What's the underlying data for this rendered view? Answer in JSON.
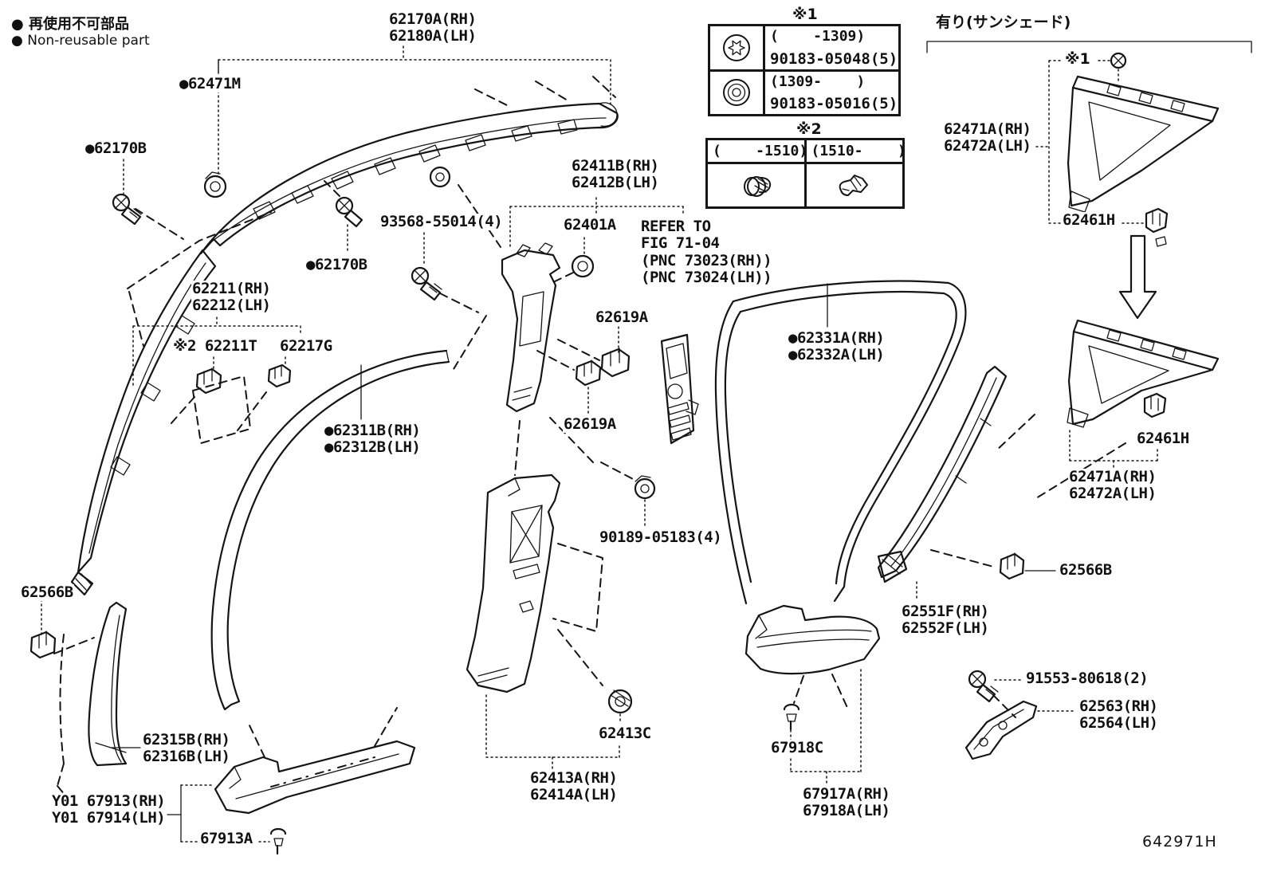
{
  "legend": {
    "non_reusable_jp": "● 再使用不可部品",
    "non_reusable_en": "● Non-reusable part"
  },
  "figure_id": "642971H",
  "labels": [
    {
      "id": "62170a-62180a",
      "text": "62170A(RH)\n62180A(LH)"
    },
    {
      "id": "62471m",
      "text": "●62471M"
    },
    {
      "id": "62170b-left",
      "text": "●62170B"
    },
    {
      "id": "62170b-right",
      "text": "●62170B"
    },
    {
      "id": "93568-55014",
      "text": "93568-55014(4)"
    },
    {
      "id": "62411b-62412b",
      "text": "62411B(RH)\n62412B(LH)"
    },
    {
      "id": "62401a",
      "text": "62401A"
    },
    {
      "id": "refer-note",
      "text": "REFER TO\nFIG 71-04\n(PNC 73023(RH))\n(PNC 73024(LH))"
    },
    {
      "id": "62211-62212",
      "text": "62211(RH)\n62212(LH)"
    },
    {
      "id": "62211t",
      "text": "※2 62211T"
    },
    {
      "id": "62217g",
      "text": "62217G"
    },
    {
      "id": "62619a-upper",
      "text": "62619A"
    },
    {
      "id": "62619a-lower",
      "text": "62619A"
    },
    {
      "id": "62331a-62332a",
      "text": "●62331A(RH)\n●62332A(LH)"
    },
    {
      "id": "62311b-62312b",
      "text": "●62311B(RH)\n●62312B(LH)"
    },
    {
      "id": "90189-05183",
      "text": "90189-05183(4)"
    },
    {
      "id": "62566b-left",
      "text": "62566B"
    },
    {
      "id": "62315b-62316b",
      "text": "62315B(RH)\n62316B(LH)"
    },
    {
      "id": "y01-67913-67914",
      "text": "Y01 67913(RH)\nY01 67914(LH)"
    },
    {
      "id": "67913a",
      "text": "67913A"
    },
    {
      "id": "62413c",
      "text": "62413C"
    },
    {
      "id": "62413a-62414a",
      "text": "62413A(RH)\n62414A(LH)"
    },
    {
      "id": "67918c",
      "text": "67918C"
    },
    {
      "id": "67917a-67918a",
      "text": "67917A(RH)\n67918A(LH)"
    },
    {
      "id": "62551f-62552f",
      "text": "62551F(RH)\n62552F(LH)"
    },
    {
      "id": "62566b-right",
      "text": "62566B"
    },
    {
      "id": "91553-80618",
      "text": "91553-80618(2)"
    },
    {
      "id": "62563-62564",
      "text": "62563(RH)\n62564(LH)"
    },
    {
      "id": "62461h-top",
      "text": "62461H"
    },
    {
      "id": "62471a-62472a-top",
      "text": "62471A(RH)\n62472A(LH)"
    },
    {
      "id": "sunshade-note",
      "text": "有り(サンシェード)"
    },
    {
      "id": "ref1-note",
      "text": "※1"
    },
    {
      "id": "62461h-bottom",
      "text": "62461H"
    },
    {
      "id": "62471a-62472a-bottom",
      "text": "62471A(RH)\n62472A(LH)"
    }
  ],
  "note1_table": {
    "title": "※1",
    "rows": [
      {
        "icon": "star-washer-icon",
        "range": "(    -1309)",
        "part": "90183-05048(5)"
      },
      {
        "icon": "ring-grommet-icon",
        "range": "(1309-    )",
        "part": "90183-05016(5)"
      }
    ]
  },
  "note2_table": {
    "title": "※2",
    "columns": [
      {
        "icon": "grommet-clip-icon",
        "range": "(    -1510)"
      },
      {
        "icon": "wing-clip-icon",
        "range": "(1510-    )"
      }
    ]
  }
}
